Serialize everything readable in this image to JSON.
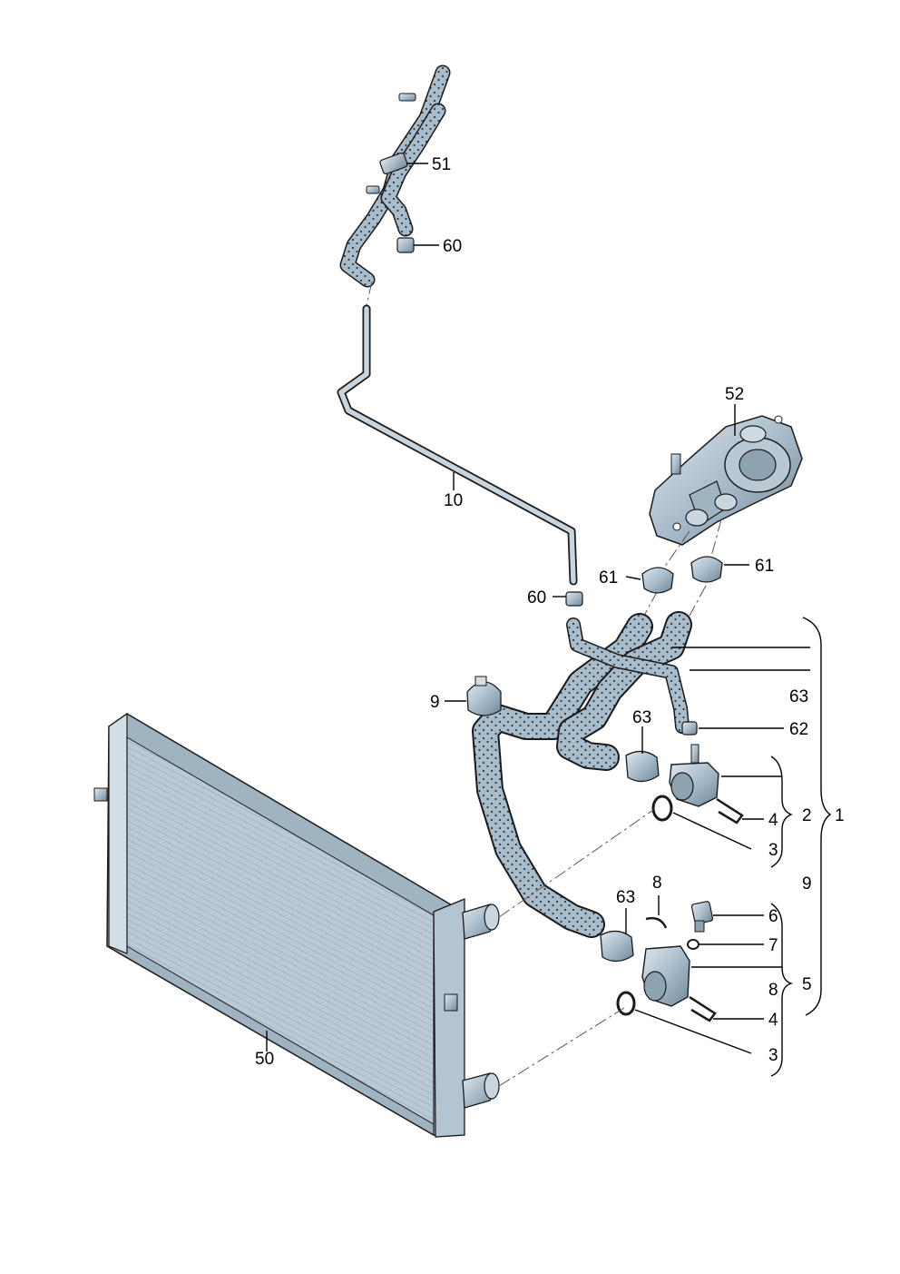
{
  "diagram": {
    "labels": {
      "p51": "51",
      "p60a": "60",
      "p52": "52",
      "p10": "10",
      "p61a": "61",
      "p61b": "61",
      "p60b": "60",
      "p63a": "63",
      "p9a": "9",
      "p62": "62",
      "p63b": "63",
      "p2": "2",
      "p1": "1",
      "p4a": "4",
      "p3a": "3",
      "p9b": "9",
      "p8a": "8",
      "p63c": "63",
      "p6": "6",
      "p7": "7",
      "p8b": "8",
      "p5": "5",
      "p4b": "4",
      "p3b": "3",
      "p50": "50"
    },
    "colors": {
      "part_fill": "#a9bccb",
      "part_light": "#d3dee6",
      "part_dark": "#6f8797",
      "outline": "#1a1a1a",
      "hose_dots": "#2b3a44"
    }
  }
}
